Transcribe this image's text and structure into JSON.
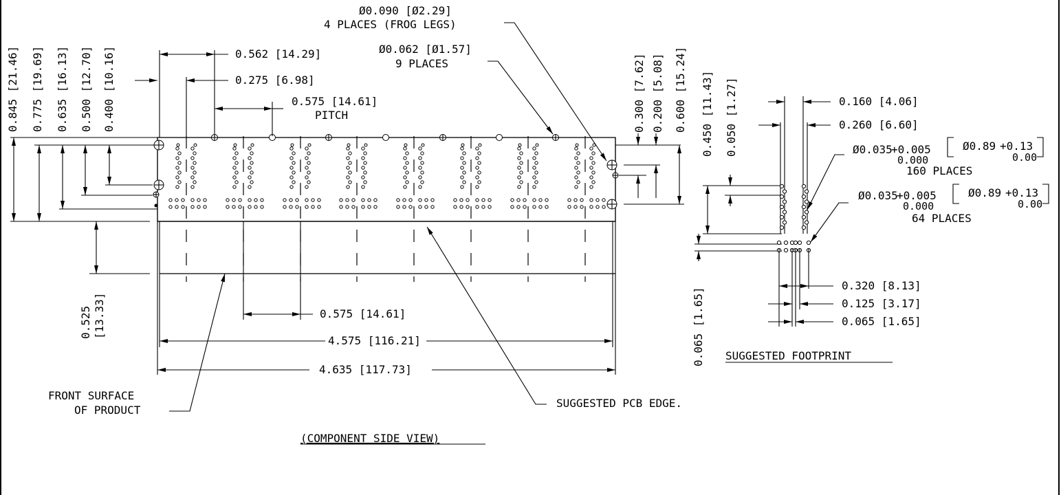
{
  "component_view": {
    "title": "(COMPONENT SIDE VIEW)",
    "frog_legs": {
      "dim": "Ø0.090 [Ø2.29]",
      "note": "4 PLACES (FROG LEGS)"
    },
    "pins_9": {
      "dim": "Ø0.062 [Ø1.57]",
      "note": "9 PLACES"
    },
    "pitch": {
      "dim": "0.575 [14.61]",
      "note": "PITCH"
    },
    "dim_0562": "0.562 [14.29]",
    "dim_0275": "0.275 [6.98]",
    "dim_0575_bottom": "0.575 [14.61]",
    "dim_4575": "4.575 [116.21]",
    "dim_4635": "4.635 [117.73]",
    "dim_0525_a": "0.525",
    "dim_0525_b": "[13.33]",
    "left_dims": [
      "0.845 [21.46]",
      "0.775 [19.69]",
      "0.635 [16.13]",
      "0.500 [12.70]",
      "0.400 [10.16]"
    ],
    "right_dims": [
      "0.300 [7.62]",
      "0.200 [5.08]",
      "0.600 [15.24]"
    ],
    "front_surface_line1": "FRONT SURFACE",
    "front_surface_line2": "OF PRODUCT",
    "pcb_edge": "SUGGESTED PCB EDGE."
  },
  "footprint": {
    "title": "SUGGESTED FOOTPRINT",
    "dim_0160": "0.160 [4.06]",
    "dim_0260": "0.260 [6.60]",
    "dim_0450": "0.450 [11.43]",
    "dim_0050": "0.050 [1.27]",
    "dim_0065_left": "0.065 [1.65]",
    "hole_160": {
      "dia": "Ø0.035",
      "tol_plus": "+0.005",
      "tol_minus": "0.000",
      "metric_dia": "Ø0.89",
      "metric_plus": "+0.13",
      "metric_minus": "0.00",
      "note": "160 PLACES"
    },
    "hole_64": {
      "dia": "Ø0.035",
      "tol_plus": "+0.005",
      "tol_minus": "0.000",
      "metric_dia": "Ø0.89",
      "metric_plus": "+0.13",
      "metric_minus": "0.00",
      "note": "64 PLACES"
    },
    "dim_0320": "0.320 [8.13]",
    "dim_0125": "0.125 [3.17]",
    "dim_0065": "0.065 [1.65]"
  }
}
